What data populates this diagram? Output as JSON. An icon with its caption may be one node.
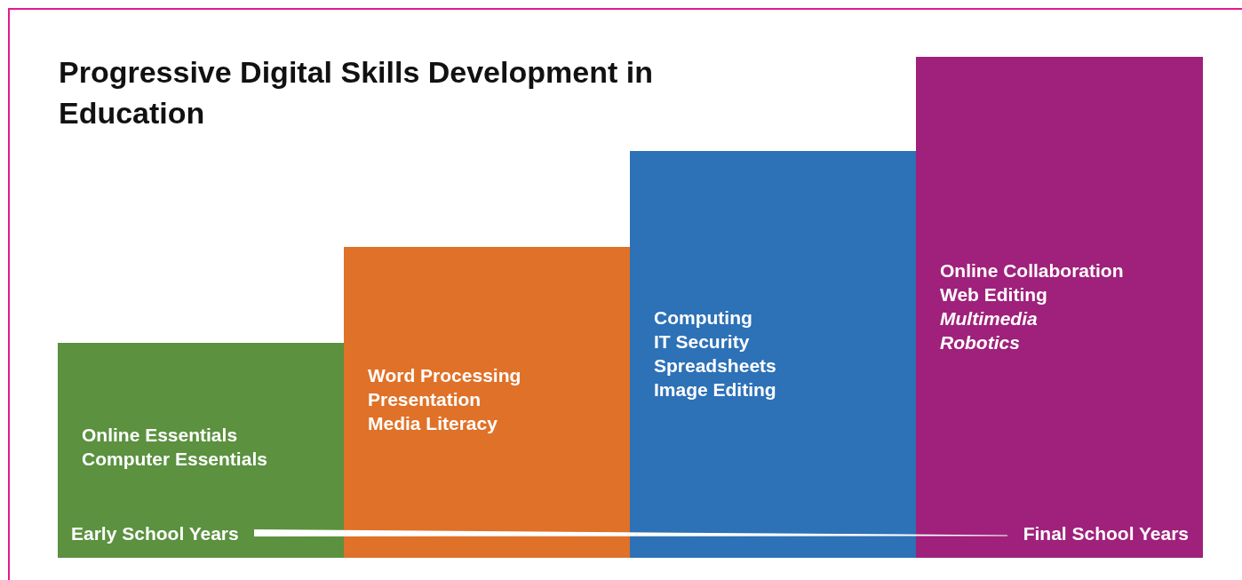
{
  "diagram": {
    "title": "Progressive Digital Skills Development in Education",
    "nodes": [
      {
        "text": [
          "Online Essentials",
          "Computer Essentials"
        ]
      },
      {
        "text": [
          "Word Processing",
          "Presentation",
          "Media Literacy"
        ]
      },
      {
        "text": [
          "Computing",
          "IT Security",
          "Spreadsheets",
          "Image Editing"
        ]
      },
      {
        "text": [
          "Online Collaboration",
          "Web Editing",
          "*Multimedia*",
          "*Robotics*"
        ]
      }
    ],
    "labels": [
      "Early School Years",
      "Final School Years"
    ]
  }
}
